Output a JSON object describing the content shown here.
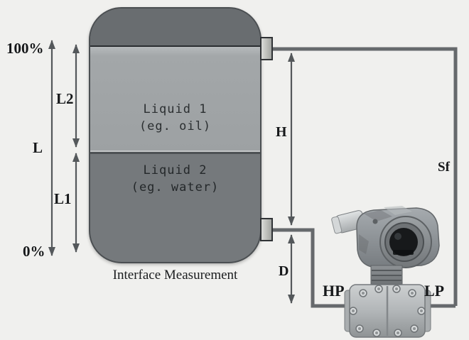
{
  "figure": {
    "caption": "Interface Measurement"
  },
  "tank": {
    "liquid1": {
      "line1": "Liquid 1",
      "line2": "(eg. oil)"
    },
    "liquid2": {
      "line1": "Liquid 2",
      "line2": "(eg. water)"
    }
  },
  "scale_labels": {
    "top": "100%",
    "bottom": "0%",
    "total_span": "L",
    "upper_span": "L2",
    "lower_span": "L1"
  },
  "dimension_labels": {
    "h": "H",
    "d": "D",
    "sf": "Sf"
  },
  "transmitter": {
    "hp_label": "HP",
    "lp_label": "LP"
  },
  "colors": {
    "background": "#f0f0ee",
    "tank_cap": "#696d70",
    "liquid1": "#a3a7a9",
    "liquid2": "#75797c",
    "pipe": "#66696c",
    "arrow": "#54585b",
    "text": "#16181a"
  }
}
